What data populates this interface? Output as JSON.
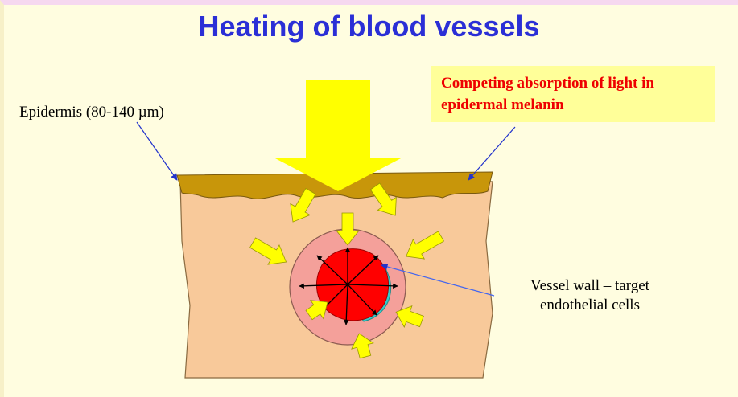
{
  "title": "Heating of blood vessels",
  "callout": {
    "line1": "Competing absorption of light in",
    "line2": "epidermal melanin"
  },
  "labels": {
    "epidermis": "Epidermis (80-140 µm)",
    "vessel_line1": "Vessel wall – target",
    "vessel_line2": "endothelial cells"
  },
  "colors": {
    "title": "#2b2fd6",
    "callout_text": "#ee0000",
    "callout_bg": "#ffff99",
    "dermis": "#f8c99a",
    "epidermis": "#c8960a",
    "light_arrow": "#ffff00",
    "vessel_outer": "#f4a09a",
    "vessel_lumen": "#ff0000",
    "vessel_wall": "#33cccc",
    "pointer_line": "#2233cc"
  }
}
